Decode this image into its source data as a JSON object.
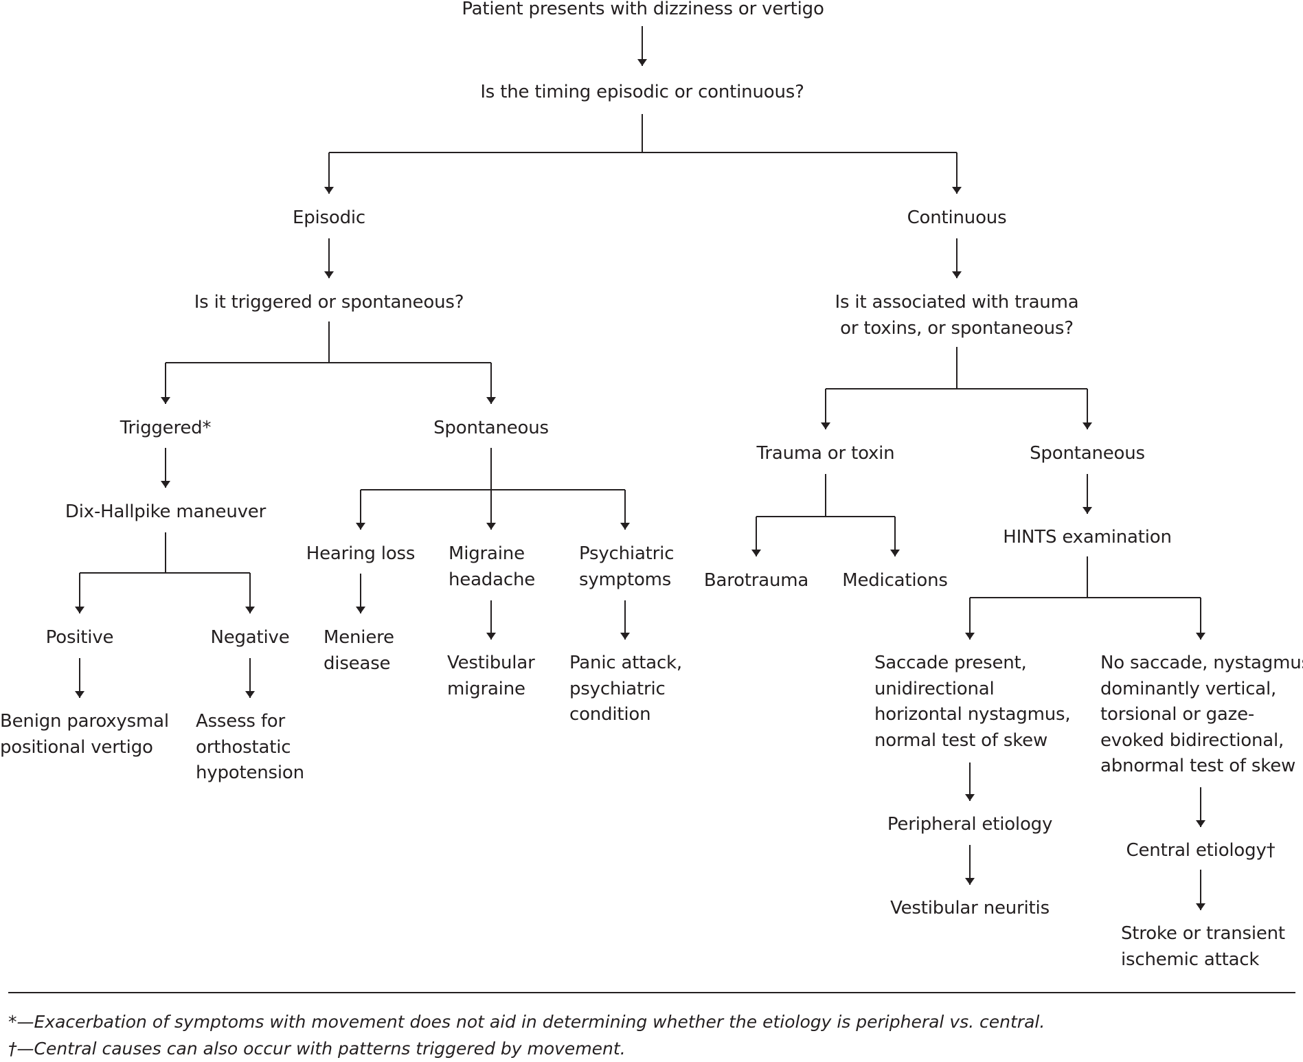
{
  "flowchart": {
    "start": "Patient presents with dizziness or vertigo",
    "timing_q": "Is the timing episodic or continuous?",
    "episodic": "Episodic",
    "continuous": "Continuous",
    "trigger_q": "Is it triggered or spontaneous?",
    "assoc_q": [
      "Is it associated with trauma",
      "or toxins, or spontaneous?"
    ],
    "triggered": "Triggered*",
    "spontaneous_ep": "Spontaneous",
    "trauma_toxin": "Trauma or toxin",
    "spontaneous_cont": "Spontaneous",
    "dix_hallpike": "Dix-Hallpike maneuver",
    "hearing_loss": "Hearing loss",
    "migraine_headache": [
      "Migraine",
      "headache"
    ],
    "psychiatric_symptoms": [
      "Psychiatric",
      "symptoms"
    ],
    "barotrauma": "Barotrauma",
    "medications": "Medications",
    "hints": "HINTS examination",
    "positive": "Positive",
    "negative": "Negative",
    "meniere": [
      "Meniere",
      "disease"
    ],
    "vestibular_migraine": [
      "Vestibular",
      "migraine"
    ],
    "panic_attack": [
      "Panic attack,",
      "psychiatric",
      "condition"
    ],
    "saccade_present": [
      "Saccade present,",
      "unidirectional",
      "horizontal nystagmus,",
      "normal test of skew"
    ],
    "no_saccade": [
      "No saccade, nystagmus",
      "dominantly vertical,",
      "torsional or gaze-",
      "evoked bidirectional,",
      "abnormal test of skew"
    ],
    "bppv": [
      "Benign paroxysmal",
      "positional vertigo"
    ],
    "orthostatic": [
      "Assess for",
      "orthostatic",
      "hypotension"
    ],
    "peripheral": "Peripheral etiology",
    "central": "Central etiology†",
    "vestibular_neuritis": "Vestibular neuritis",
    "stroke_tia": [
      "Stroke or transient",
      "ischemic attack"
    ]
  },
  "footnotes": {
    "asterisk": "*—Exacerbation of symptoms with movement does not aid in determining whether the etiology is peripheral vs. central.",
    "dagger": "†—Central causes can also occur with patterns triggered by movement."
  },
  "colors": {
    "ink": "#231f20",
    "background": "#ffffff"
  }
}
